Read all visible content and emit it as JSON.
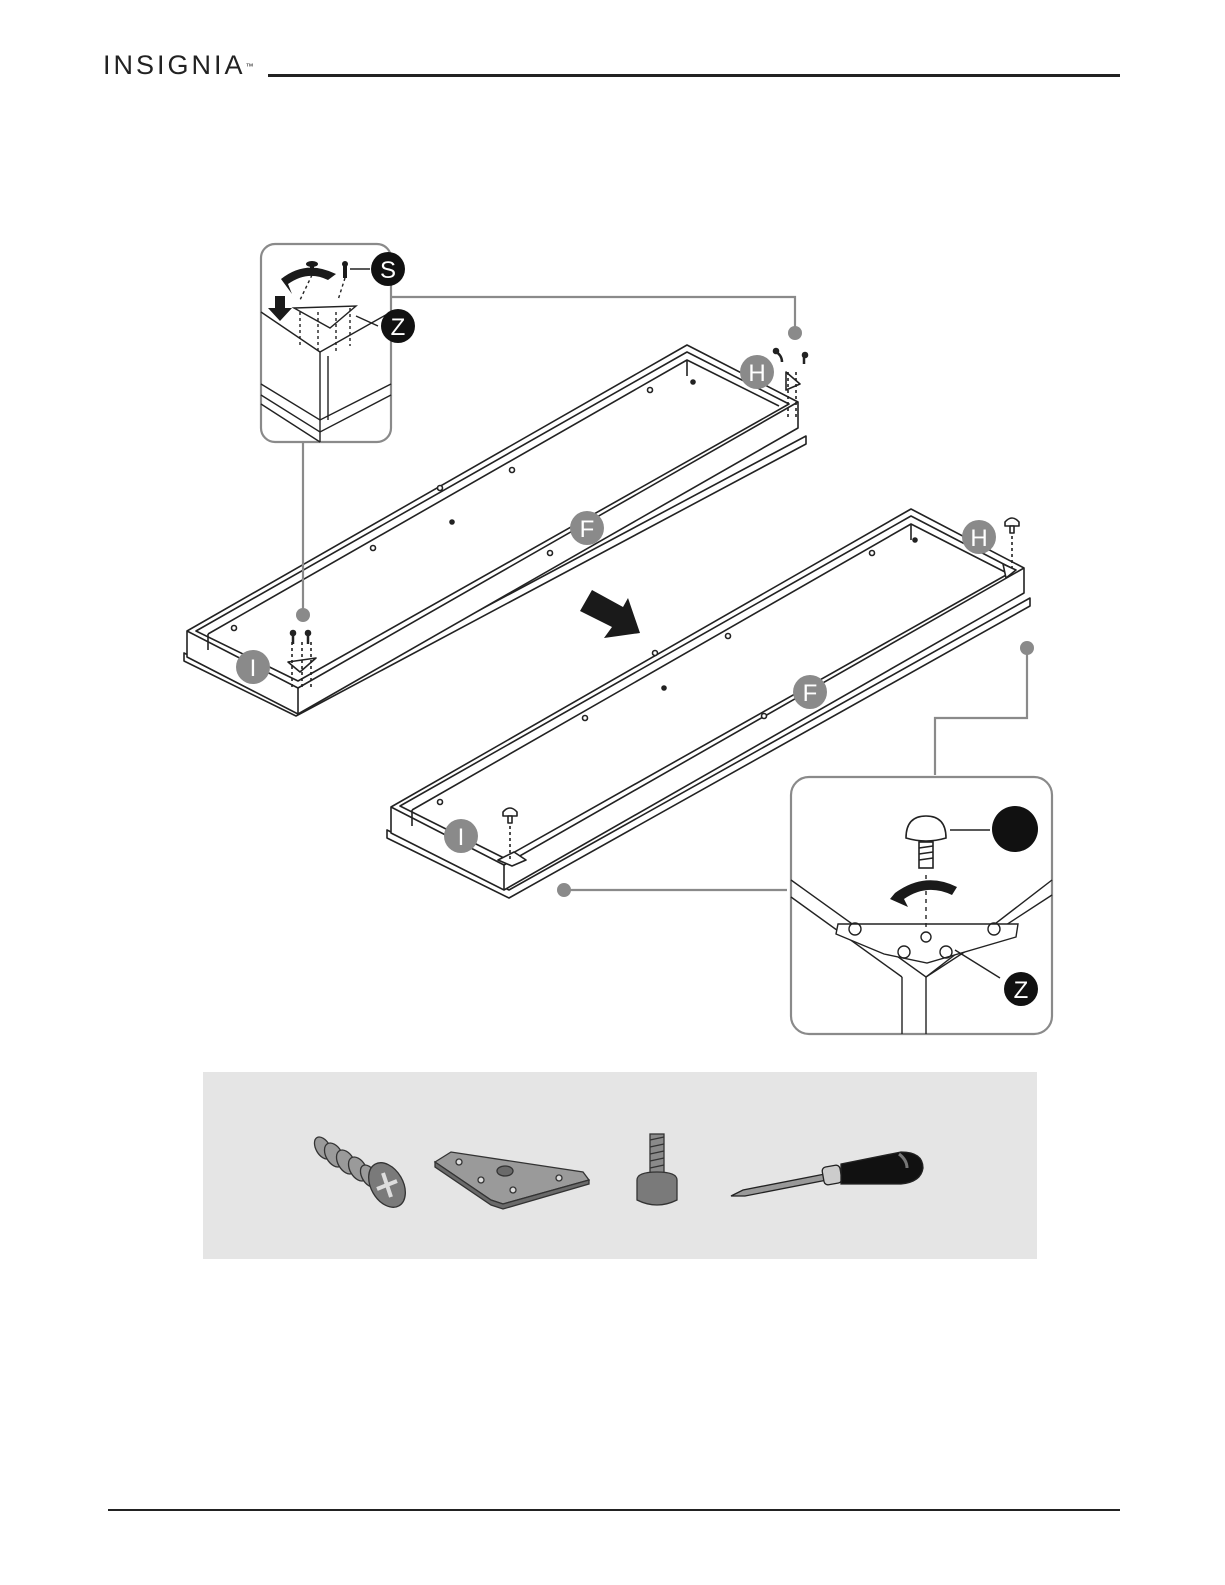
{
  "brand": {
    "name": "INSIGNIA",
    "trademark": "™"
  },
  "diagram": {
    "part_labels": {
      "panel_f": "F",
      "panel_h": "H",
      "panel_i": "I",
      "screw": "S",
      "bracket": "Z"
    }
  },
  "tools": {
    "items": [
      "wood-screw-icon",
      "corner-bracket-icon",
      "leveling-foot-icon",
      "screwdriver-icon"
    ]
  },
  "colors": {
    "accent_gray": "#8a8a8a",
    "callout_black": "#111111",
    "panel_bg": "#e5e5e5"
  }
}
